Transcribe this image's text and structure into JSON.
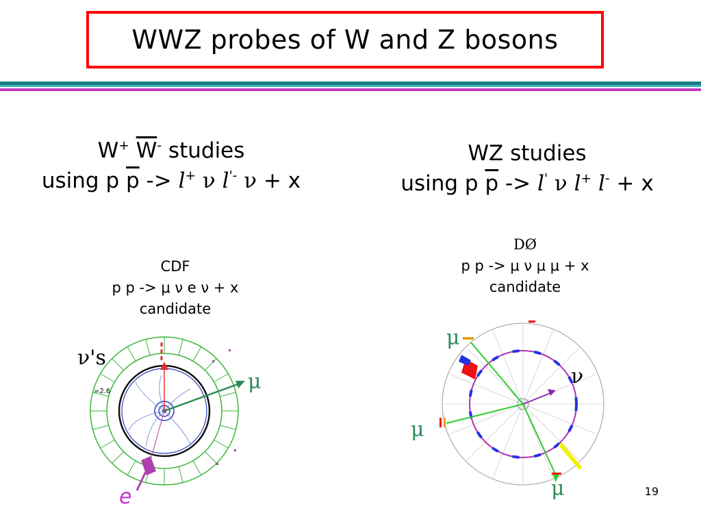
{
  "slide": {
    "title": "WWZ probes of W and Z bosons",
    "page_number": "19"
  },
  "left": {
    "heading_line1": {
      "w1": "W",
      "sup1": "+",
      "w2": "W",
      "sup2": "-",
      "rest": " studies"
    },
    "heading_line2": {
      "using": "using  p ",
      "pbar": "p",
      "arrow": " -> ",
      "l1": "l",
      "l1sup": "+",
      "nu1": " ν ",
      "l2": "l",
      "l2sup": "'-",
      "nu2": " ν",
      "tail": " + x"
    },
    "caption": {
      "line1": "CDF",
      "line2": "p p -> μ ν e ν + x",
      "line3": "candidate"
    },
    "labels": {
      "nu_s": "ν's",
      "mu": "μ",
      "e": "e",
      "small_text": "=2.6"
    }
  },
  "right": {
    "heading_line1": "WZ studies",
    "heading_line2": {
      "using": "using p ",
      "pbar": "p",
      "arrow": " -> ",
      "l1": "l",
      "l1sup": "'",
      "nu": " ν ",
      "l2": "l",
      "l2sup": "+",
      "l3": " l",
      "l3sup": "-",
      "tail": " + x"
    },
    "caption": {
      "line1": "DØ",
      "line2": "p p -> μ ν μ μ + x",
      "line3": "candidate"
    },
    "labels": {
      "mu_top": "μ",
      "mu_left": "μ",
      "mu_bottom": "μ",
      "nu": "ν"
    }
  },
  "colors": {
    "title_border": "#ff0000",
    "rule_teal": "#1b8a8a",
    "rule_magenta": "#cc33cc",
    "mu_green": "#2e8b57",
    "e_magenta": "#cc33cc"
  }
}
